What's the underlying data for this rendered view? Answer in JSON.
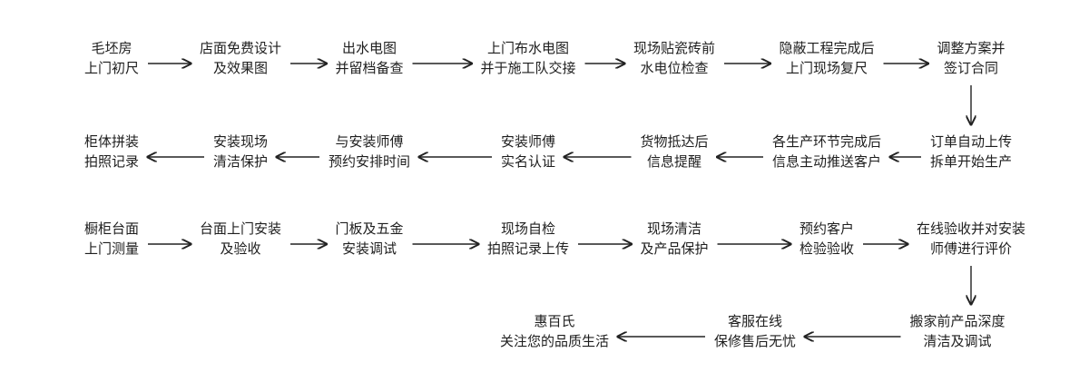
{
  "diagram": {
    "rows": [
      {
        "direction": "right",
        "steps": [
          {
            "id": "s1",
            "lines": [
              "毛坯房",
              "上门初尺"
            ]
          },
          {
            "id": "s2",
            "lines": [
              "店面免费设计",
              "及效果图"
            ]
          },
          {
            "id": "s3",
            "lines": [
              "出水电图",
              "并留档备查"
            ]
          },
          {
            "id": "s4",
            "lines": [
              "上门布水电图",
              "并于施工队交接"
            ]
          },
          {
            "id": "s5",
            "lines": [
              "现场贴瓷砖前",
              "水电位检查"
            ]
          },
          {
            "id": "s6",
            "lines": [
              "隐蔽工程完成后",
              "上门现场复尺"
            ]
          },
          {
            "id": "s7",
            "lines": [
              "调整方案并",
              "签订合同"
            ]
          }
        ]
      },
      {
        "direction": "left",
        "steps": [
          {
            "id": "s8",
            "lines": [
              "订单自动上传",
              "拆单开始生产"
            ]
          },
          {
            "id": "s9",
            "lines": [
              "各生产环节完成后",
              "信息主动推送客户"
            ]
          },
          {
            "id": "s10",
            "lines": [
              "货物抵达后",
              "信息提醒"
            ]
          },
          {
            "id": "s11",
            "lines": [
              "安装师傅",
              "实名认证"
            ]
          },
          {
            "id": "s12",
            "lines": [
              "与安装师傅",
              "预约安排时间"
            ]
          },
          {
            "id": "s13",
            "lines": [
              "安装现场",
              "清洁保护"
            ]
          },
          {
            "id": "s14",
            "lines": [
              "柜体拼装",
              "拍照记录"
            ]
          }
        ]
      },
      {
        "direction": "right",
        "steps": [
          {
            "id": "s15",
            "lines": [
              "橱柜台面",
              "上门测量"
            ]
          },
          {
            "id": "s16",
            "lines": [
              "台面上门安装",
              "及验收"
            ]
          },
          {
            "id": "s17",
            "lines": [
              "门板及五金",
              "安装调试"
            ]
          },
          {
            "id": "s18",
            "lines": [
              "现场自检",
              "拍照记录上传"
            ]
          },
          {
            "id": "s19",
            "lines": [
              "现场清洁",
              "及产品保护"
            ]
          },
          {
            "id": "s20",
            "lines": [
              "预约客户",
              "检验验收"
            ]
          },
          {
            "id": "s21",
            "lines": [
              "在线验收并对安装",
              "师傅进行评价"
            ]
          }
        ]
      },
      {
        "direction": "left",
        "steps": [
          {
            "id": "s22",
            "lines": [
              "搬家前产品深度",
              "清洁及调试"
            ]
          },
          {
            "id": "s23",
            "lines": [
              "客服在线",
              "保修售后无忧"
            ]
          },
          {
            "id": "s24",
            "lines": [
              "惠百氏",
              "关注您的品质生活"
            ]
          }
        ]
      }
    ],
    "connections": [
      [
        "s1",
        "s2"
      ],
      [
        "s2",
        "s3"
      ],
      [
        "s3",
        "s4"
      ],
      [
        "s4",
        "s5"
      ],
      [
        "s5",
        "s6"
      ],
      [
        "s6",
        "s7"
      ],
      [
        "s7",
        "s8"
      ],
      [
        "s8",
        "s9"
      ],
      [
        "s9",
        "s10"
      ],
      [
        "s10",
        "s11"
      ],
      [
        "s11",
        "s12"
      ],
      [
        "s12",
        "s13"
      ],
      [
        "s13",
        "s14"
      ],
      [
        "s15",
        "s16"
      ],
      [
        "s16",
        "s17"
      ],
      [
        "s17",
        "s18"
      ],
      [
        "s18",
        "s19"
      ],
      [
        "s19",
        "s20"
      ],
      [
        "s20",
        "s21"
      ],
      [
        "s21",
        "s22"
      ],
      [
        "s22",
        "s23"
      ],
      [
        "s23",
        "s24"
      ]
    ]
  }
}
